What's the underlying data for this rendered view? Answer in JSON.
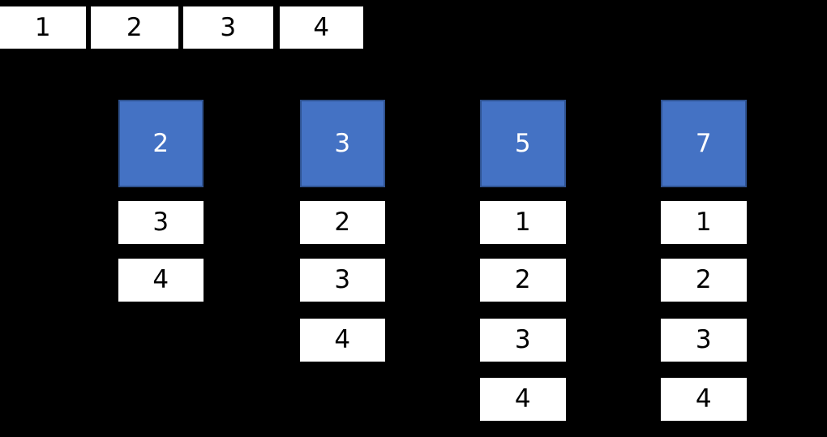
{
  "diagram": {
    "title": "",
    "background_color": "#000000",
    "highlight_color": "#4472c4",
    "highlight_border_color": "#2f528f",
    "cell_color": "#ffffff",
    "cell_text_color": "#000000",
    "highlight_text_color": "#ffffff",
    "index_row": {
      "name": "index-row",
      "cells": [
        {
          "label": "1"
        },
        {
          "label": "2"
        },
        {
          "label": "3"
        },
        {
          "label": "4"
        }
      ]
    },
    "columns": [
      {
        "name": "column-1",
        "header": {
          "label": "2",
          "highlighted": true
        },
        "cells": [
          {
            "label": "3"
          },
          {
            "label": "4"
          }
        ]
      },
      {
        "name": "column-2",
        "header": {
          "label": "3",
          "highlighted": true
        },
        "cells": [
          {
            "label": "2"
          },
          {
            "label": "3"
          },
          {
            "label": "4"
          }
        ]
      },
      {
        "name": "column-3",
        "header": {
          "label": "5",
          "highlighted": true
        },
        "cells": [
          {
            "label": "1"
          },
          {
            "label": "2"
          },
          {
            "label": "3"
          },
          {
            "label": "4"
          }
        ]
      },
      {
        "name": "column-4",
        "header": {
          "label": "7",
          "highlighted": true
        },
        "cells": [
          {
            "label": "1"
          },
          {
            "label": "2"
          },
          {
            "label": "3"
          },
          {
            "label": "4"
          }
        ]
      }
    ]
  }
}
